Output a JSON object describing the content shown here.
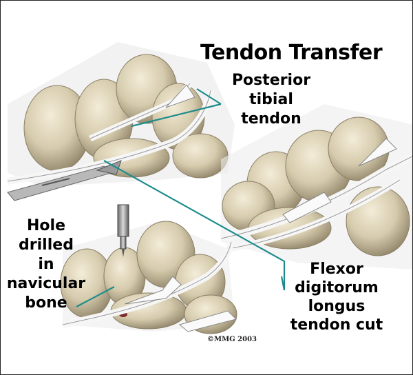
{
  "title": "Tendon Transfer",
  "labels": {
    "posterior_tibial_tendon": [
      "Posterior",
      "tibial",
      "tendon"
    ],
    "hole_drilled": [
      "Hole",
      "drilled",
      "in",
      "navicular",
      "bone"
    ],
    "fdl_cut": [
      "Flexor",
      "digitorum",
      "longus",
      "tendon cut"
    ]
  },
  "copyright": "©MMG 2003",
  "colors": {
    "leader_line": "#1e8c8c",
    "bone": "#d9d0b6",
    "bone_shadow": "#9e9278",
    "tendon": "#f4f4f4",
    "border": "#222222"
  }
}
